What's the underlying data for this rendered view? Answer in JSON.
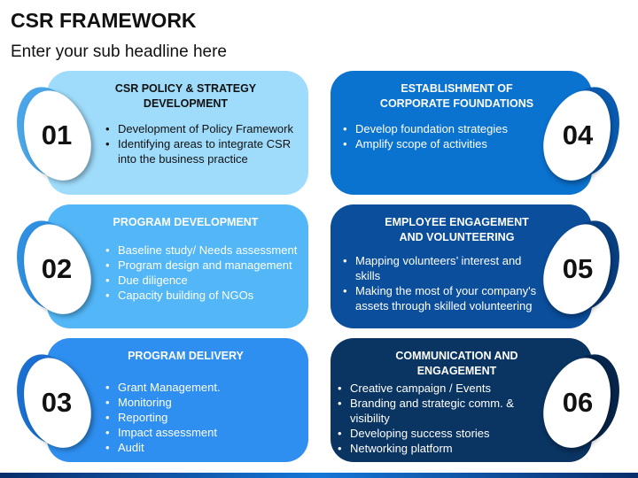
{
  "header": {
    "title": "CSR FRAMEWORK",
    "subtitle": "Enter your sub headline here"
  },
  "colors": {
    "card1": "#9fdcfb",
    "card2": "#52b6f7",
    "card3": "#2e8ff0",
    "card4": "#0a72cf",
    "card5": "#0a4e9c",
    "card6": "#0a3462"
  },
  "cards": [
    {
      "number": "01",
      "title_line1": "CSR POLICY & STRATEGY",
      "title_line2": "DEVELOPMENT",
      "bullets": [
        "Development of Policy Framework",
        "Identifying areas to integrate CSR into the business practice"
      ]
    },
    {
      "number": "02",
      "title_line1": "PROGRAM DEVELOPMENT",
      "title_line2": "",
      "bullets": [
        "Baseline study/ Needs assessment",
        "Program design and management",
        "Due diligence",
        "Capacity building of NGOs"
      ]
    },
    {
      "number": "03",
      "title_line1": "PROGRAM DELIVERY",
      "title_line2": "",
      "bullets": [
        "Grant Management.",
        "Monitoring",
        "Reporting",
        "Impact assessment",
        "Audit"
      ]
    },
    {
      "number": "04",
      "title_line1": "ESTABLISHMENT OF",
      "title_line2": "CORPORATE FOUNDATIONS",
      "bullets": [
        "Develop foundation strategies",
        "Amplify scope of activities"
      ]
    },
    {
      "number": "05",
      "title_line1": "EMPLOYEE ENGAGEMENT",
      "title_line2": "AND VOLUNTEERING",
      "bullets": [
        "Mapping volunteers’ interest and skills",
        "Making the most of your company's assets through skilled volunteering"
      ]
    },
    {
      "number": "06",
      "title_line1": "COMMUNICATION AND",
      "title_line2": "ENGAGEMENT",
      "bullets": [
        "Creative campaign / Events",
        "Branding and strategic comm. & visibility",
        "Developing success stories",
        "Networking platform"
      ]
    }
  ]
}
